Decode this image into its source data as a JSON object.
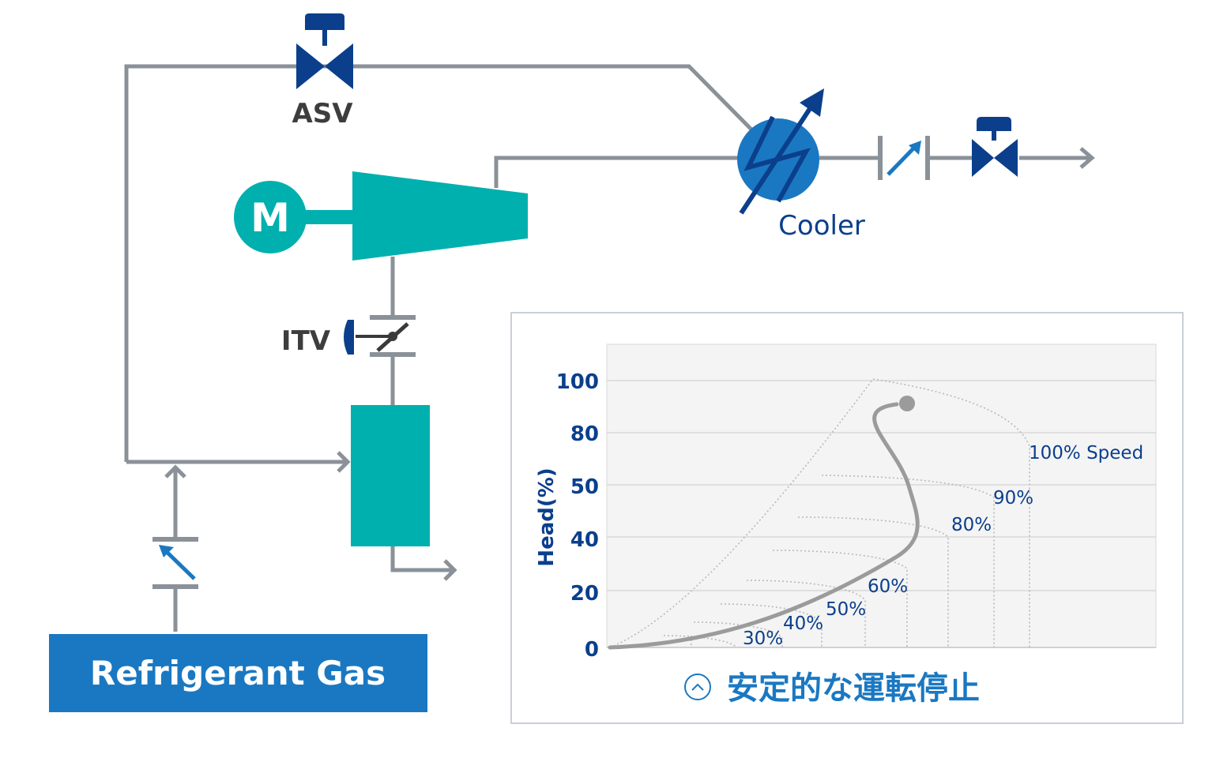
{
  "labels": {
    "asv": "ASV",
    "cooler": "Cooler",
    "itv": "ITV",
    "motor": "M",
    "source": "Refrigerant Gas"
  },
  "colors": {
    "pipe": "#8a9198",
    "teal": "#00b0ae",
    "navy": "#0b3f8c",
    "blue": "#1a78c2",
    "panel_bg": "#f4f4f4",
    "panel_border": "#c9cfd6",
    "curve": "#9b9b9b"
  },
  "icons": {
    "asv": "control-valve-icon",
    "cooler": "heat-exchanger-icon",
    "outlet_valve": "control-valve-icon",
    "itv": "butterfly-valve-icon",
    "check_valve": "check-valve-icon",
    "caption": "chevron-up-circle-icon"
  },
  "chart_data": {
    "type": "line",
    "ylabel": "Head(%)",
    "y_ticks": [
      "100",
      "80",
      "50",
      "40",
      "20",
      "0"
    ],
    "speed_labels": [
      "100% Speed",
      "90%",
      "80%",
      "60%",
      "50%",
      "40%",
      "30%"
    ],
    "caption": "安定的な運転停止",
    "grid": true
  }
}
